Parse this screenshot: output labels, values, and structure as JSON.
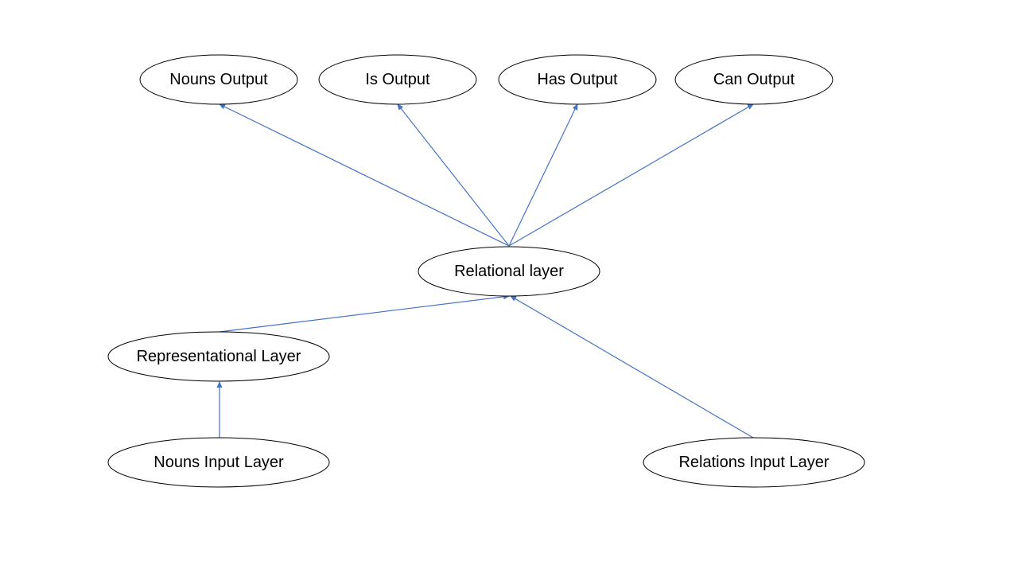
{
  "diagram": {
    "nodes": {
      "nouns_output": "Nouns Output",
      "is_output": "Is Output",
      "has_output": "Has Output",
      "can_output": "Can Output",
      "relational_layer": "Relational layer",
      "representational_layer": "Representational Layer",
      "nouns_input_layer": "Nouns Input Layer",
      "relations_input_layer": "Relations Input Layer"
    },
    "edges": [
      {
        "from": "relational_layer",
        "to": "nouns_output"
      },
      {
        "from": "relational_layer",
        "to": "is_output"
      },
      {
        "from": "relational_layer",
        "to": "has_output"
      },
      {
        "from": "relational_layer",
        "to": "can_output"
      },
      {
        "from": "representational_layer",
        "to": "relational_layer"
      },
      {
        "from": "relations_input_layer",
        "to": "relational_layer"
      },
      {
        "from": "nouns_input_layer",
        "to": "representational_layer"
      }
    ],
    "colors": {
      "edge": "#4472c4",
      "node_stroke": "#000000",
      "node_fill": "#ffffff"
    }
  }
}
